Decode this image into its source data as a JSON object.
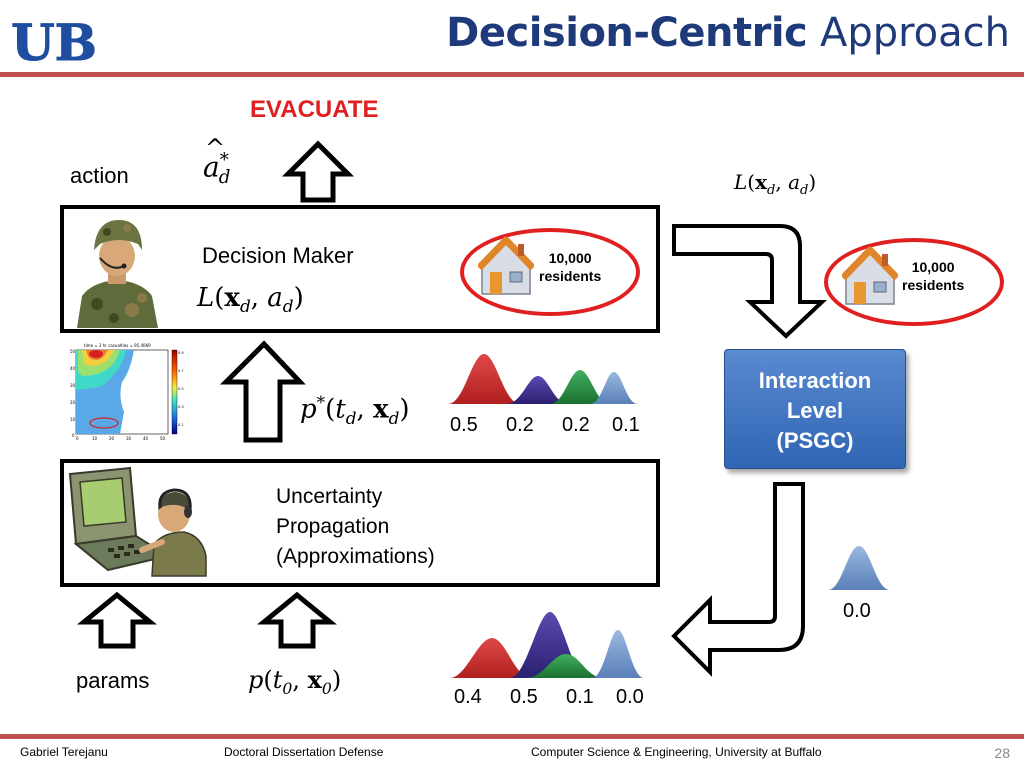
{
  "header": {
    "logo_text": "UB",
    "title_bold": "Decision-Centric",
    "title_light": "Approach"
  },
  "diagram": {
    "decision_label": "EVACUATE",
    "action_label": "action",
    "params_label": "params",
    "decision_maker_label": "Decision Maker",
    "uncertainty_lines": [
      "Uncertainty",
      "Propagation",
      "(Approximations)"
    ],
    "residents_lines": [
      "10,000",
      "residents"
    ],
    "interaction_lines": [
      "Interaction",
      "Level",
      "(PSGC)"
    ],
    "equations": {
      "action_hat": {
        "base": "a",
        "sup": "*",
        "sub": "d"
      },
      "loss_fn": {
        "name": "L",
        "x": "x",
        "x_sub": "d",
        "a": "a",
        "a_sub": "d"
      },
      "posterior": {
        "name": "p",
        "sup": "*",
        "t": "t",
        "t_sub": "d",
        "x": "x",
        "x_sub": "d"
      },
      "prior": {
        "name": "p",
        "t": "t",
        "t_sub": "0",
        "x": "x",
        "x_sub": "0"
      }
    },
    "heatmap_title": "time = 3 hr     casualties = 95.4069",
    "heatmap_ticks": {
      "y": [
        "50",
        "40",
        "30",
        "20",
        "10",
        "0"
      ],
      "x": [
        "0",
        "10",
        "20",
        "30",
        "40",
        "50"
      ],
      "colorbar": [
        "0.9",
        "0.7",
        "0.5",
        "0.3",
        "0.1"
      ]
    },
    "weights_upper": [
      "0.5",
      "0.2",
      "0.2",
      "0.1"
    ],
    "weights_lower": [
      "0.4",
      "0.5",
      "0.1",
      "0.0"
    ],
    "weight_single": "0.0",
    "colors": {
      "accent_rule": "#c0504d",
      "title_blue": "#1f3a7a",
      "alert_red": "#e02020",
      "interaction_blue": "#3d72c0",
      "peak_red": "#d63a3a",
      "peak_purple": "#4a3a9a",
      "peak_green": "#2f9a4a",
      "peak_blue": "#7a9ed0"
    }
  },
  "footer": {
    "author": "Gabriel Terejanu",
    "event": "Doctoral Dissertation Defense",
    "department": "Computer Science & Engineering, University at Buffalo",
    "page": "28"
  }
}
